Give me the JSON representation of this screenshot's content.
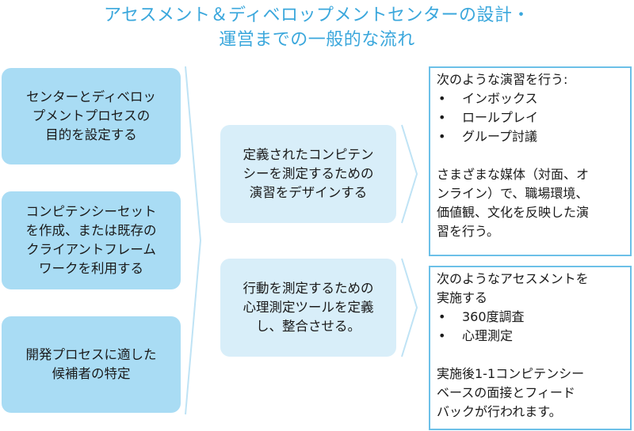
{
  "title": {
    "line1": "アセスメント＆ディベロップメントセンターの設計・",
    "line2": "運営までの一般的な流れ"
  },
  "steps": [
    {
      "lines": [
        "センターとディベロッ",
        "プメントプロセスの",
        "目的を設定する"
      ]
    },
    {
      "lines": [
        "コンピテンシーセット",
        "を作成、または既存の",
        "クライアントフレーム",
        "ワークを利用する"
      ]
    },
    {
      "lines": [
        "開発プロセスに適した",
        "候補者の特定"
      ]
    }
  ],
  "mid": [
    {
      "lines": [
        "定義されたコンピテン",
        "シーを測定するための",
        "演習をデザインする"
      ]
    },
    {
      "lines": [
        "行動を測定するための",
        "心理測定ツールを定義",
        "し、整合させる。"
      ]
    }
  ],
  "details": [
    {
      "intro": [
        "次のような演習を行う:"
      ],
      "bullets": [
        "インボックス",
        "ロールプレイ",
        "グループ討議"
      ],
      "outro": [
        "さまざまな媒体（対面、オ",
        "ンライン）で、職場環境、",
        "価値観、文化を反映した演",
        "習を行う。"
      ]
    },
    {
      "intro": [
        "次のようなアセスメントを",
        "実施する"
      ],
      "bullets": [
        "360度調査",
        "心理測定"
      ],
      "outro": [
        "実施後1-1コンピテンシー",
        "ベースの面接とフィード",
        "バックが行われます。"
      ]
    }
  ],
  "bullet_symbol": "•",
  "colors": {
    "title": "#3aa7dc",
    "step_fill": "#a9dcf4",
    "mid_fill": "#d8eef9",
    "detail_border": "#6cc0e8",
    "bracket": "#bfe3f5"
  }
}
